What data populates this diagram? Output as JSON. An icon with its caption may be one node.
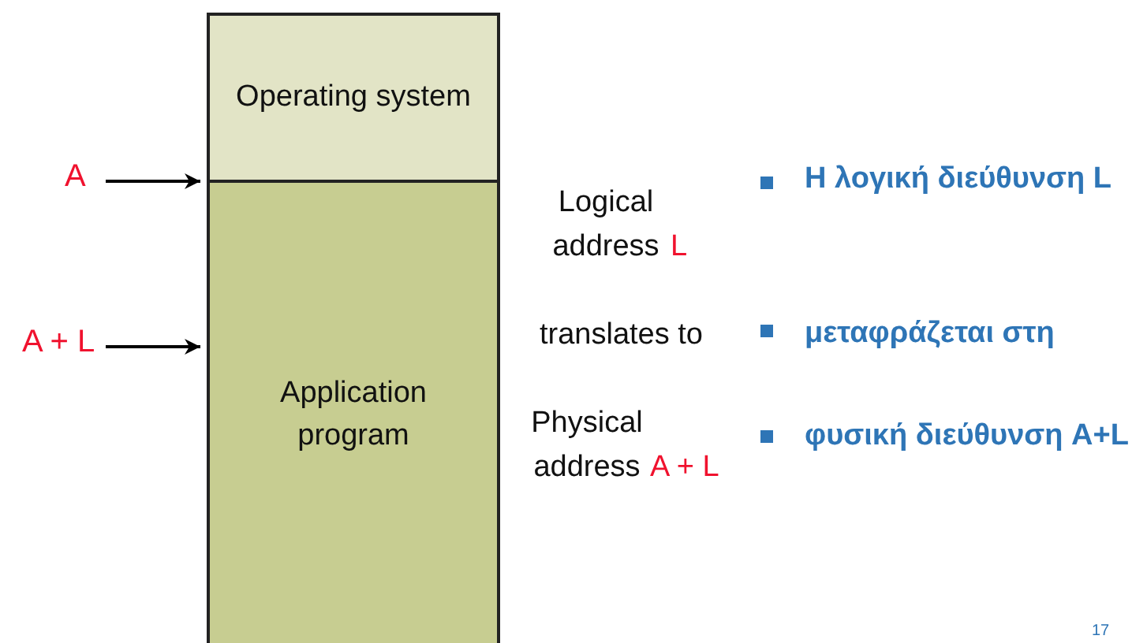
{
  "diagram": {
    "nodes": [
      {
        "text": [
          "Operating system"
        ]
      },
      {
        "text": [
          "Application program"
        ]
      },
      {
        "text": [
          "A"
        ]
      },
      {
        "text": [
          "A + L"
        ]
      }
    ],
    "edges": [
      {
        "from": 2,
        "to": 1,
        "arrow": "to"
      },
      {
        "from": 3,
        "to": 1,
        "arrow": "to"
      }
    ],
    "labels": [
      "Logical address",
      "L",
      "Η λογική διεύθυνση L",
      "translates to",
      "μεταφράζεται στη",
      "Physical address",
      "A + L",
      "φυσική διεύθυνση A+L",
      "17"
    ]
  }
}
